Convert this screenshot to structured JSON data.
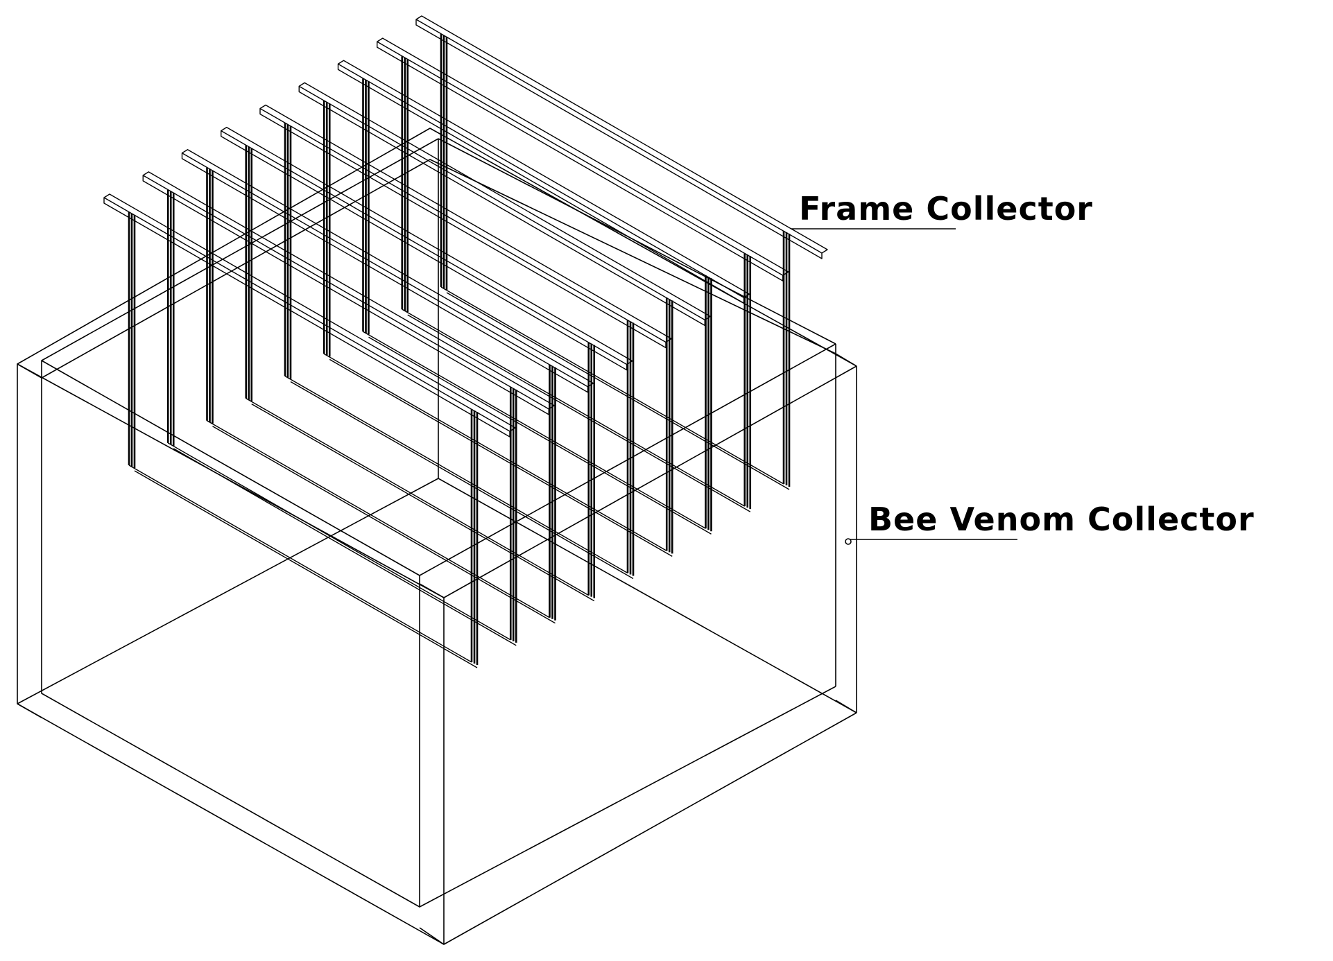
{
  "labels": {
    "frame_collector": "Frame Collector",
    "bee_venom_collector": "Bee Venom Collector"
  },
  "style": {
    "line_color": "#000000",
    "background": "#ffffff"
  },
  "frame_count": 9
}
